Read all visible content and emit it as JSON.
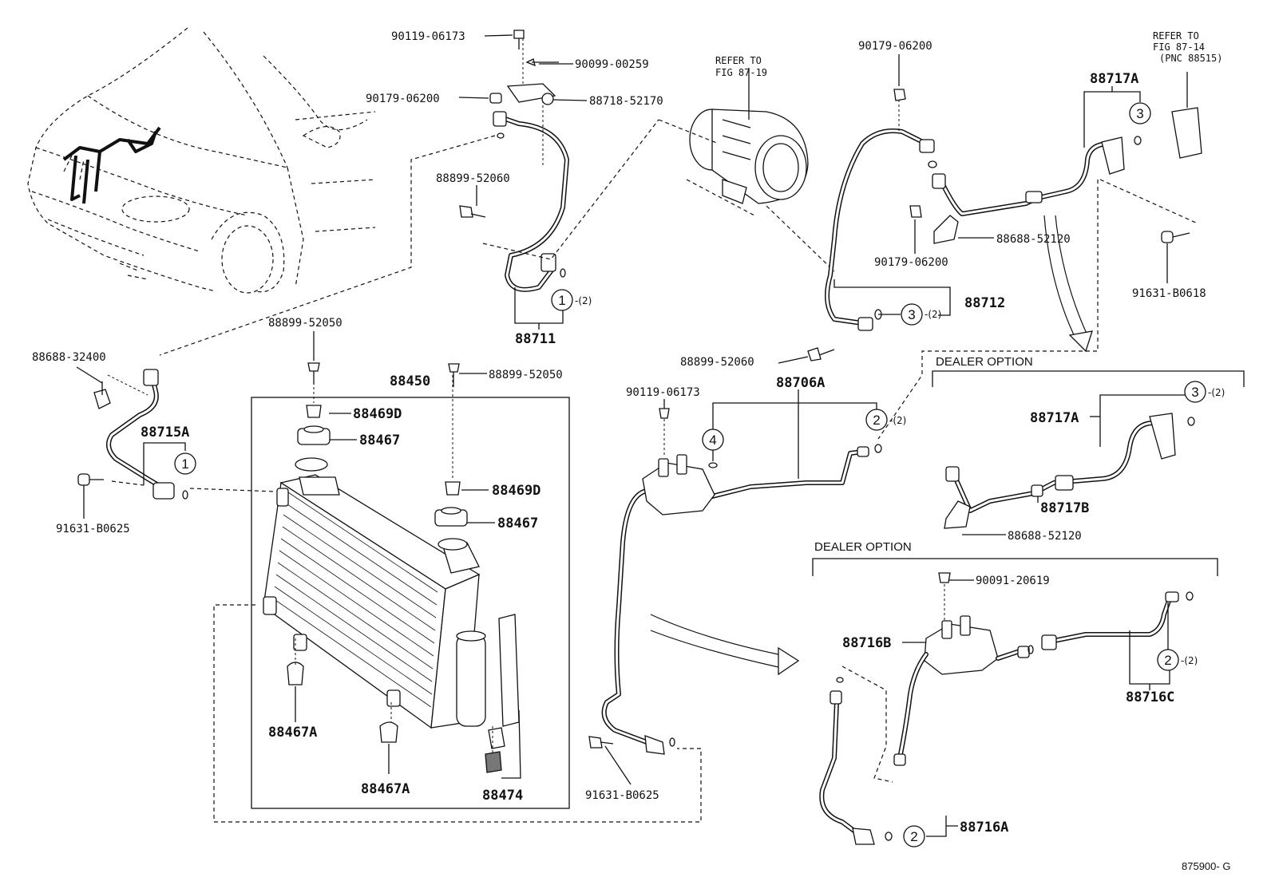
{
  "labels": {
    "p90119_top": "90119-06173",
    "p90099": "90099-00259",
    "p90179_left": "90179-06200",
    "p88718": "88718-52170",
    "p88899_52060_top": "88899-52060",
    "p88711": "88711",
    "p88899_52050_a": "88899-52050",
    "p88899_52050_b": "88899-52050",
    "p88688_32400": "88688-32400",
    "p88715A": "88715A",
    "p91631_B0625_left": "91631-B0625",
    "p88450": "88450",
    "p88469D_a": "88469D",
    "p88467_a": "88467",
    "p88469D_b": "88469D",
    "p88467_b": "88467",
    "p88467A_a": "88467A",
    "p88467A_b": "88467A",
    "p88474": "88474",
    "p91631_B0625_mid": "91631-B0625",
    "refer_fig_87_19_l1": "REFER TO",
    "refer_fig_87_19_l2": "FIG 87-19",
    "p90179_top": "90179-06200",
    "p90179_mid": "90179-06200",
    "p88688_52120_top": "88688-52120",
    "p88712": "88712",
    "p88899_52060_mid": "88899-52060",
    "p90119_mid": "90119-06173",
    "p88706A": "88706A",
    "p88717A_top": "88717A",
    "refer_fig_87_14_l1": "REFER TO",
    "refer_fig_87_14_l2": "FIG 87-14",
    "refer_fig_87_14_l3": "(PNC 88515)",
    "p91631_B0618": "91631-B0618",
    "dealer_option_1": "DEALER OPTION",
    "p88717A_mid": "88717A",
    "p88717B": "88717B",
    "p88688_52120_mid": "88688-52120",
    "dealer_option_2": "DEALER OPTION",
    "p90091": "90091-20619",
    "p88716B": "88716B",
    "p88716C": "88716C",
    "p88716A": "88716A",
    "figure_code": "875900- G"
  },
  "callouts": {
    "c1_a": "1",
    "c1_a_qty": "-(2)",
    "c1_b": "1",
    "c3_a": "3",
    "c3_a_qty": "-(2)",
    "c3_b": "3",
    "c3_c": "3",
    "c3_c_qty": "-(2)",
    "c2_a": "2",
    "c2_a_qty": "-(2)",
    "c4_a": "4",
    "c2_b": "2",
    "c2_b_qty": "-(2)",
    "c2_c": "2"
  }
}
